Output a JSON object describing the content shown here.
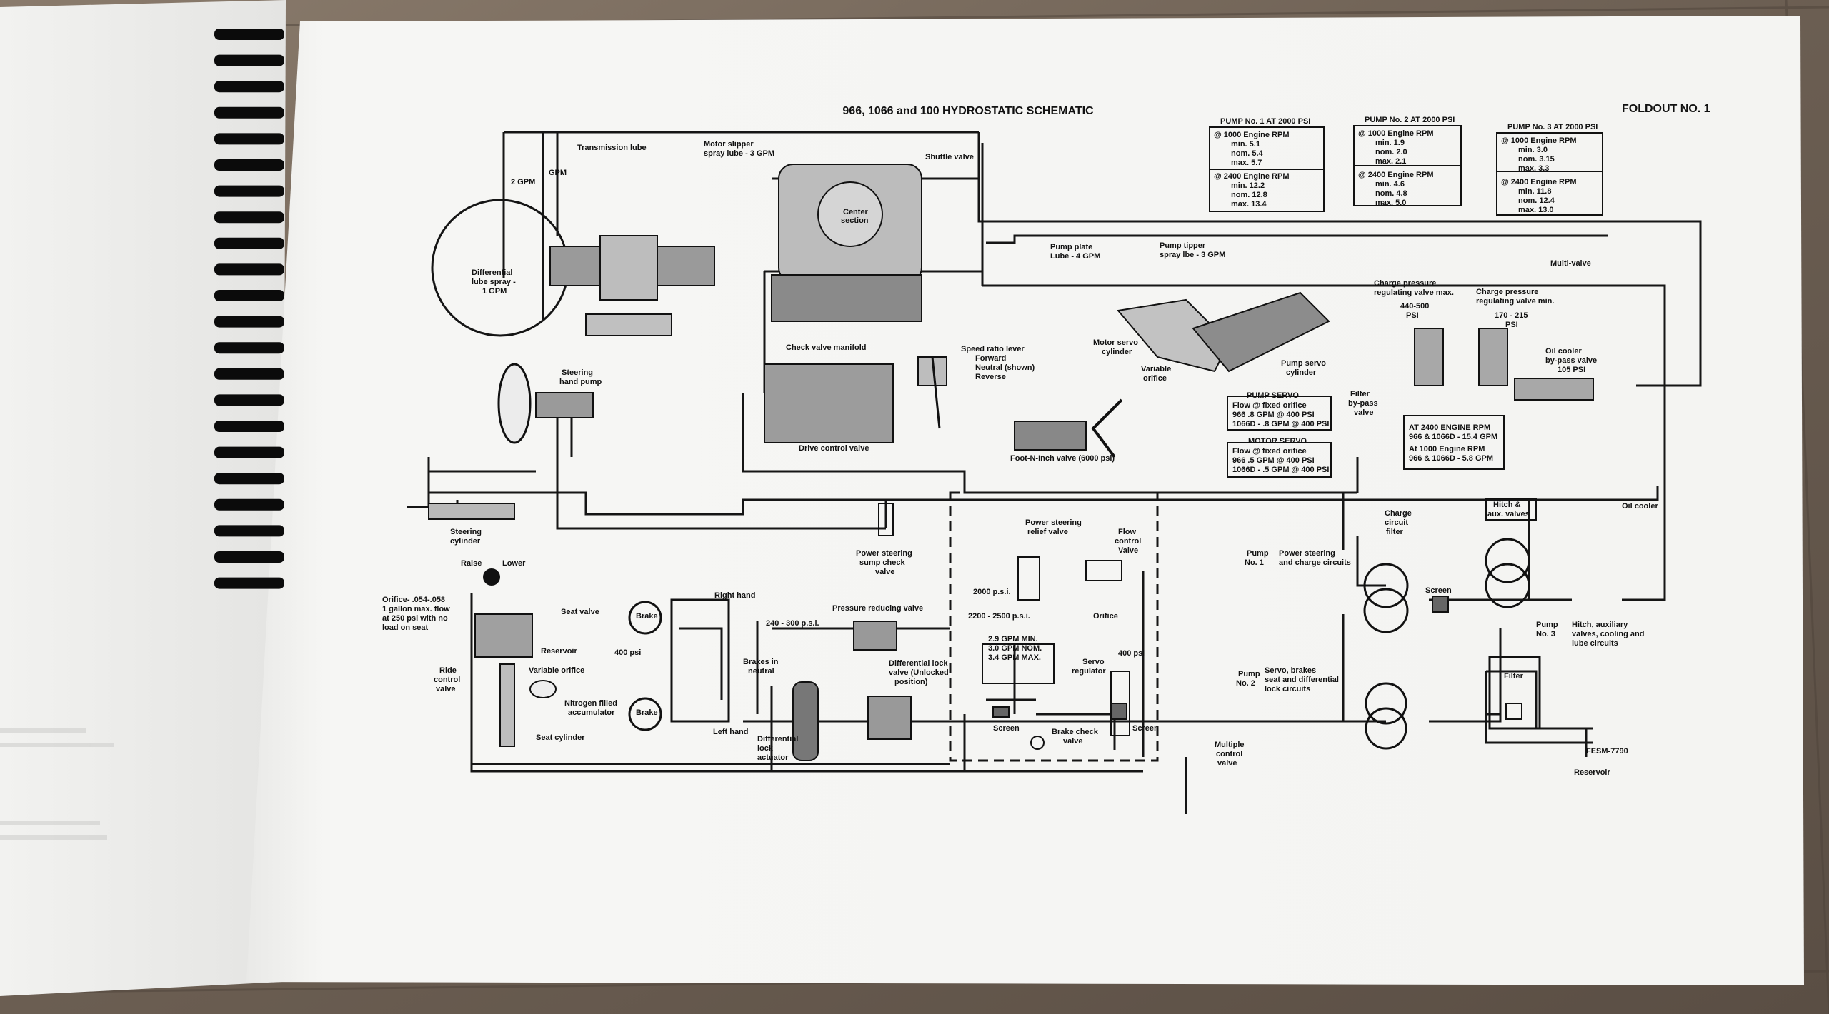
{
  "document": {
    "title": "966, 1066 and 100 HYDROSTATIC SCHEMATIC",
    "foldout": "FOLDOUT NO. 1",
    "figure_code": "FESM-7790"
  },
  "pump_tables": [
    {
      "heading": "PUMP No. 1 AT 2000 PSI",
      "block_a": "@ 1000 Engine RPM",
      "a_rows": [
        "min.   5.1",
        "nom.   5.4",
        "max.   5.7"
      ],
      "block_b": "@ 2400 Engine RPM",
      "b_rows": [
        "min.   12.2",
        "nom.   12.8",
        "max.   13.4"
      ]
    },
    {
      "heading": "PUMP No. 2 AT 2000 PSI",
      "block_a": "@ 1000 Engine RPM",
      "a_rows": [
        "min.   1.9",
        "nom.   2.0",
        "max.   2.1"
      ],
      "block_b": "@ 2400 Engine RPM",
      "b_rows": [
        "min.   4.6",
        "nom.   4.8",
        "max.   5.0"
      ]
    },
    {
      "heading": "PUMP No. 3 AT 2000 PSI",
      "block_a": "@ 1000 Engine RPM",
      "a_rows": [
        "min.   3.0",
        "nom.   3.15",
        "max.   3.3"
      ],
      "block_b": "@ 2400 Engine RPM",
      "b_rows": [
        "min.   11.8",
        "nom.   12.4",
        "max.   13.0"
      ]
    }
  ],
  "labels": {
    "transmission_lube": "Transmission lube",
    "motor_slipper": "Motor slipper",
    "spray_lube": "spray lube - 3 GPM",
    "shuttle_valve": "Shuttle valve",
    "gpm2": "2 GPM",
    "gpm": "GPM",
    "center": "Center",
    "section": "section",
    "diff_lube_1": "Differential",
    "diff_lube_2": "lube spray -",
    "diff_lube_3": "1 GPM",
    "pump_plate_1": "Pump plate",
    "pump_plate_2": "Lube - 4 GPM",
    "pump_tipper_1": "Pump tipper",
    "pump_tipper_2": "spray lbe - 3 GPM",
    "multi_valve": "Multi-valve",
    "charge_max_1": "Charge pressure",
    "charge_max_2": "regulating valve max.",
    "charge_max_3": "440-500",
    "charge_max_4": "PSI",
    "charge_min_1": "Charge pressure",
    "charge_min_2": "regulating valve min.",
    "charge_min_3": "170 - 215",
    "charge_min_4": "PSI",
    "check_valve_manifold": "Check valve manifold",
    "speed_ratio_1": "Speed ratio lever",
    "speed_ratio_2": "Forward",
    "speed_ratio_3": "Neutral (shown)",
    "speed_ratio_4": "Reverse",
    "motor_servo_cyl_1": "Motor servo",
    "motor_servo_cyl_2": "cylinder",
    "variable_orifice_1": "Variable",
    "variable_orifice_2": "orifice",
    "pump_servo_cyl_1": "Pump servo",
    "pump_servo_cyl_2": "cylinder",
    "oil_cooler_bypass_1": "Oil cooler",
    "oil_cooler_bypass_2": "by-pass valve",
    "oil_cooler_bypass_3": "105 PSI",
    "steering_hand_pump_1": "Steering",
    "steering_hand_pump_2": "hand pump",
    "drive_control_valve": "Drive control valve",
    "foot_n_inch": "Foot-N-Inch valve (6000 psi)",
    "filter_bypass_1": "Filter",
    "filter_bypass_2": "by-pass",
    "filter_bypass_3": "valve",
    "oil_cooler": "Oil cooler",
    "steering_cylinder_1": "Steering",
    "steering_cylinder_2": "cylinder",
    "charge_filter_1": "Charge",
    "charge_filter_2": "circuit",
    "charge_filter_3": "filter",
    "hitch_aux_1": "Hitch &",
    "hitch_aux_2": "aux. valves",
    "ps_sump_1": "Power steering",
    "ps_sump_2": "sump check",
    "ps_sump_3": "valve",
    "ps_relief_1": "Power steering",
    "ps_relief_2": "relief valve",
    "flow_control_1": "Flow",
    "flow_control_2": "control",
    "flow_control_3": "Valve",
    "pump1_1": "Pump",
    "pump1_2": "No. 1",
    "pump1_desc_1": "Power steering",
    "pump1_desc_2": "and charge circuits",
    "raise": "Raise",
    "lower": "Lower",
    "orifice_1": "Orifice- .054-.058",
    "orifice_2": "1 gallon max. flow",
    "orifice_3": "at 250 psi with no",
    "orifice_4": "load on seat",
    "seat_valve": "Seat valve",
    "reservoir_a": "Reservoir",
    "ride_control_1": "Ride",
    "ride_control_2": "control",
    "ride_control_3": "valve",
    "variable_orifice_b": "Variable orifice",
    "nitrogen_1": "Nitrogen filled",
    "nitrogen_2": "accumulator",
    "seat_cylinder": "Seat cylinder",
    "brake_a": "Brake",
    "brake_b": "Brake",
    "psi400_a": "400 psi",
    "right_hand": "Right hand",
    "left_hand": "Left hand",
    "brakes_neutral_1": "Brakes in",
    "brakes_neutral_2": "neutral",
    "pressure_240": "240 - 300 p.s.i.",
    "pressure_reducing": "Pressure reducing valve",
    "diff_lock_valve_1": "Differential lock",
    "diff_lock_valve_2": "valve (Unlocked",
    "diff_lock_valve_3": "position)",
    "diff_lock_act_1": "Differential",
    "diff_lock_act_2": "lock",
    "diff_lock_act_3": "actuator",
    "psi2000": "2000 p.s.i.",
    "orifice_c": "Orifice",
    "psi2200": "2200 - 2500 p.s.i.",
    "gpm_min": "2.9 GPM MIN.",
    "gpm_nom": "3.0 GPM NOM.",
    "gpm_max": "3.4 GPM MAX.",
    "servo_reg_1": "Servo",
    "servo_reg_2": "regulator",
    "psi400_b": "400 psi",
    "screen_a": "Screen",
    "screen_b": "Screen",
    "screen_c": "Screen",
    "brake_check_1": "Brake check",
    "brake_check_2": "valve",
    "multiple_control_1": "Multiple",
    "multiple_control_2": "control",
    "multiple_control_3": "valve",
    "pump2_1": "Pump",
    "pump2_2": "No. 2",
    "pump2_desc_1": "Servo, brakes",
    "pump2_desc_2": "seat and differential",
    "pump2_desc_3": "lock circuits",
    "pump3_1": "Pump",
    "pump3_2": "No. 3",
    "pump3_desc_1": "Hitch, auxiliary",
    "pump3_desc_2": "valves, cooling and",
    "pump3_desc_3": "lube circuits",
    "filter": "Filter",
    "reservoir_b": "Reservoir"
  },
  "boxes": {
    "pump_servo": {
      "title": "PUMP SERVO",
      "l1": "Flow @ fixed orifice",
      "l2": "966      .8 GPM @ 400 PSI",
      "l3": "1066D - .8 GPM @ 400 PSI"
    },
    "motor_servo": {
      "title": "MOTOR SERVO",
      "l1": "Flow @ fixed orifice",
      "l2": "966      .5 GPM @ 400 PSI",
      "l3": "1066D - .5 GPM @ 400 PSI"
    },
    "engine_rpm": {
      "l1": "AT 2400 ENGINE RPM",
      "l2": "966 & 1066D - 15.4 GPM",
      "l3": "At 1000 Engine RPM",
      "l4": "966 & 1066D - 5.8 GPM"
    }
  }
}
